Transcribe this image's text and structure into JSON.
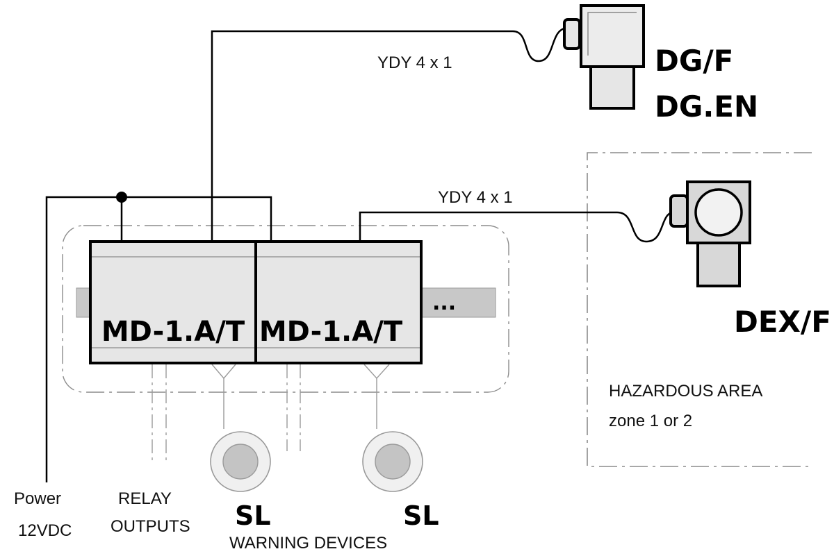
{
  "devices": {
    "module_1": "MD-1.A/T",
    "module_2": "MD-1.A/T",
    "rail_more": "...",
    "sensor_top": {
      "name_1": "DG/F",
      "name_2": "DG.EN"
    },
    "sensor_hazard": {
      "name": "DEX/F"
    },
    "signal_1": "SL",
    "signal_2": "SL"
  },
  "cables": {
    "top": "YDY 4 x 1",
    "middle": "YDY 4 x 1"
  },
  "zone": {
    "line_1": "HAZARDOUS AREA",
    "line_2": "zone 1 or 2"
  },
  "labels": {
    "power_1": "Power",
    "power_2": "12VDC",
    "relay_1": "RELAY",
    "relay_2": "OUTPUTS",
    "warning": "WARNING DEVICES"
  },
  "colors": {
    "line": "#000000",
    "module_fill": "#e6e6e6",
    "rail_fill": "#c8c8c8",
    "dashed": "#8c8c8c",
    "sensor_fill": "#d8d8d8"
  }
}
